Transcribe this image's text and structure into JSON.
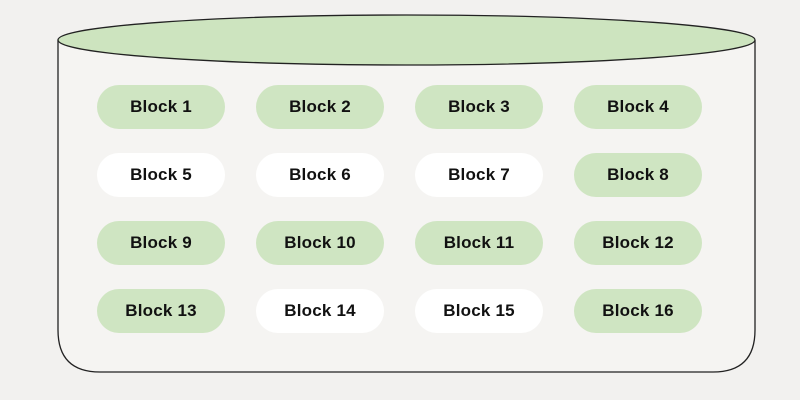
{
  "diagram": {
    "type": "container-grid",
    "container": {
      "shape": "cylinder",
      "label": ""
    },
    "colors": {
      "background": "#f2f1ef",
      "cylinder_fill": "#f5f4f2",
      "cylinder_top_fill": "#cde4bf",
      "stroke": "#222222",
      "block_green": "#cfe5c2",
      "block_white": "#ffffff",
      "text": "#111111"
    },
    "blocks": [
      {
        "label": "Block 1",
        "variant": "green"
      },
      {
        "label": "Block 2",
        "variant": "green"
      },
      {
        "label": "Block 3",
        "variant": "green"
      },
      {
        "label": "Block 4",
        "variant": "green"
      },
      {
        "label": "Block 5",
        "variant": "white"
      },
      {
        "label": "Block 6",
        "variant": "white"
      },
      {
        "label": "Block 7",
        "variant": "white"
      },
      {
        "label": "Block 8",
        "variant": "green"
      },
      {
        "label": "Block 9",
        "variant": "green"
      },
      {
        "label": "Block 10",
        "variant": "green"
      },
      {
        "label": "Block 11",
        "variant": "green"
      },
      {
        "label": "Block 12",
        "variant": "green"
      },
      {
        "label": "Block 13",
        "variant": "green"
      },
      {
        "label": "Block 14",
        "variant": "white"
      },
      {
        "label": "Block 15",
        "variant": "white"
      },
      {
        "label": "Block 16",
        "variant": "green"
      }
    ]
  }
}
